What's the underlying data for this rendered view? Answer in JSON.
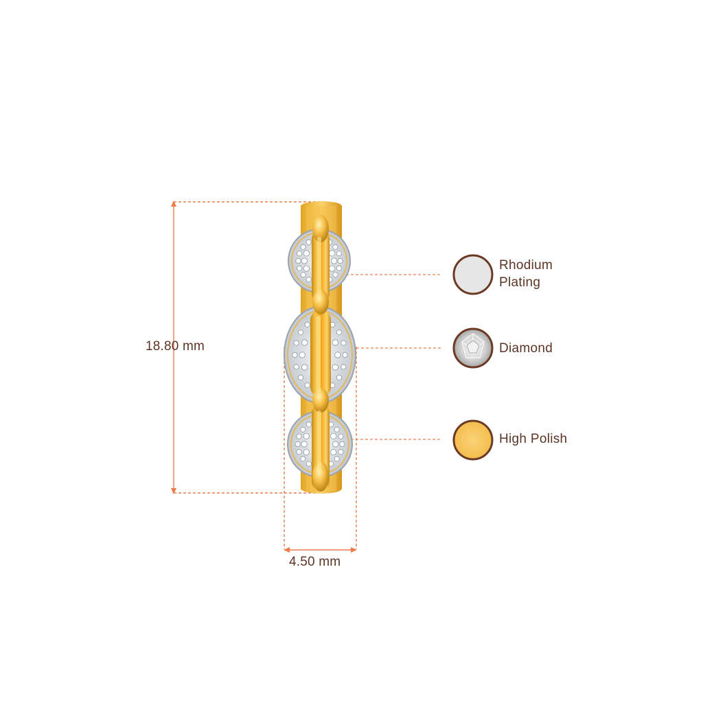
{
  "dimensions": {
    "height": "18.80 mm",
    "width": "4.50 mm"
  },
  "legend": [
    {
      "key": "rhodium",
      "label": "Rhodium Plating",
      "swatch_color": "#e5e5e5",
      "icon": "rhodium-swatch-icon"
    },
    {
      "key": "diamond",
      "label": "Diamond",
      "swatch_color": "#d9d9d9",
      "icon": "diamond-swatch-icon"
    },
    {
      "key": "polish",
      "label": "High Polish",
      "swatch_color": "#f7c65c",
      "icon": "gold-swatch-icon"
    }
  ],
  "colors": {
    "dimension_line": "#f07a4a",
    "swatch_border": "#6b3a24",
    "label_text": "#5a3425",
    "gold": "#f3b531",
    "gold_dark": "#c98a12",
    "silver": "#d8dde2"
  }
}
